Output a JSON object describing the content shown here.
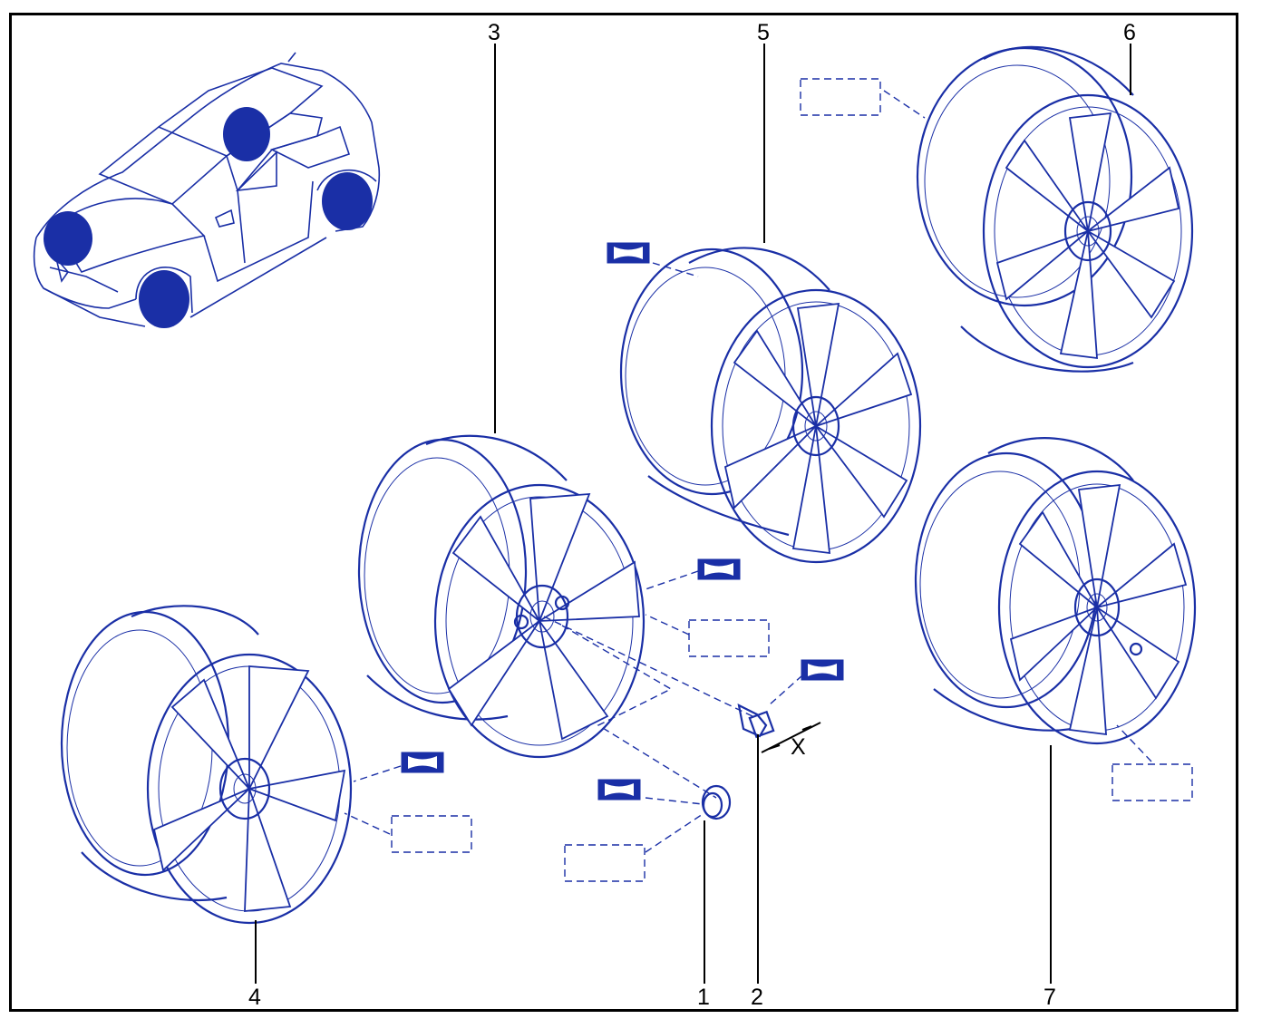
{
  "colors": {
    "line_blue": "#1a2fa6",
    "fill_blue": "#0b1f9a",
    "frame": "#000000"
  },
  "callouts": {
    "c1": "1",
    "c2": "2",
    "c3": "3",
    "c4": "4",
    "c5": "5",
    "c6": "6",
    "c7": "7"
  },
  "dimension_label": "X"
}
